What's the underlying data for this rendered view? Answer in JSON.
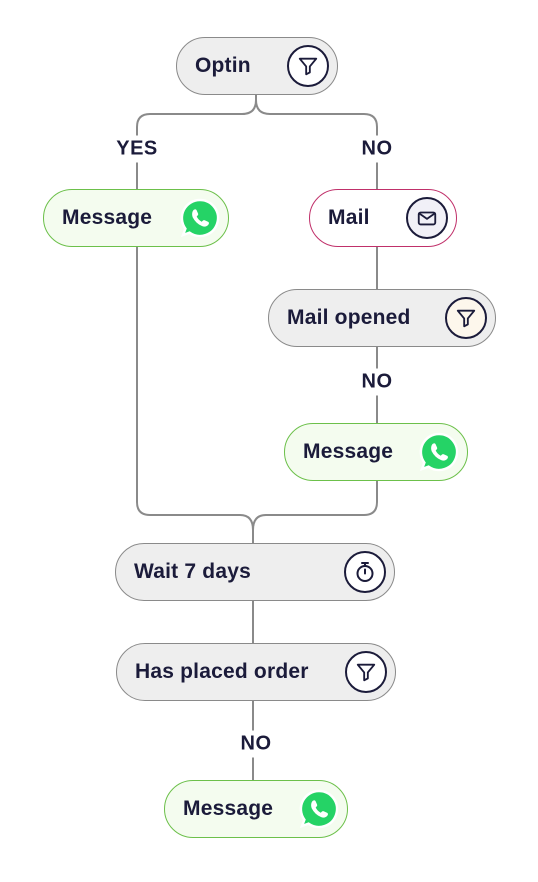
{
  "colors": {
    "ink": "#1b1b3a",
    "connector": "#8a8a8a",
    "filter_node_fill": "#eeeeee",
    "message_border": "#6cc04a",
    "message_fill": "#f4fcef",
    "mail_border": "#c0306a",
    "whatsapp_green": "#25d366"
  },
  "nodes": {
    "optin": {
      "label": "Optin",
      "icon": "filter-icon"
    },
    "message_yes": {
      "label": "Message",
      "icon": "whatsapp-icon"
    },
    "mail": {
      "label": "Mail",
      "icon": "envelope-icon"
    },
    "mail_opened": {
      "label": "Mail opened",
      "icon": "filter-icon"
    },
    "message_no": {
      "label": "Message",
      "icon": "whatsapp-icon"
    },
    "wait": {
      "label": "Wait 7 days",
      "icon": "stopwatch-icon"
    },
    "placed_order": {
      "label": "Has placed order",
      "icon": "filter-icon"
    },
    "message_final": {
      "label": "Message",
      "icon": "whatsapp-icon"
    }
  },
  "edge_labels": {
    "optin_yes": "YES",
    "optin_no": "NO",
    "mail_opened_no": "NO",
    "placed_order_no": "NO"
  }
}
